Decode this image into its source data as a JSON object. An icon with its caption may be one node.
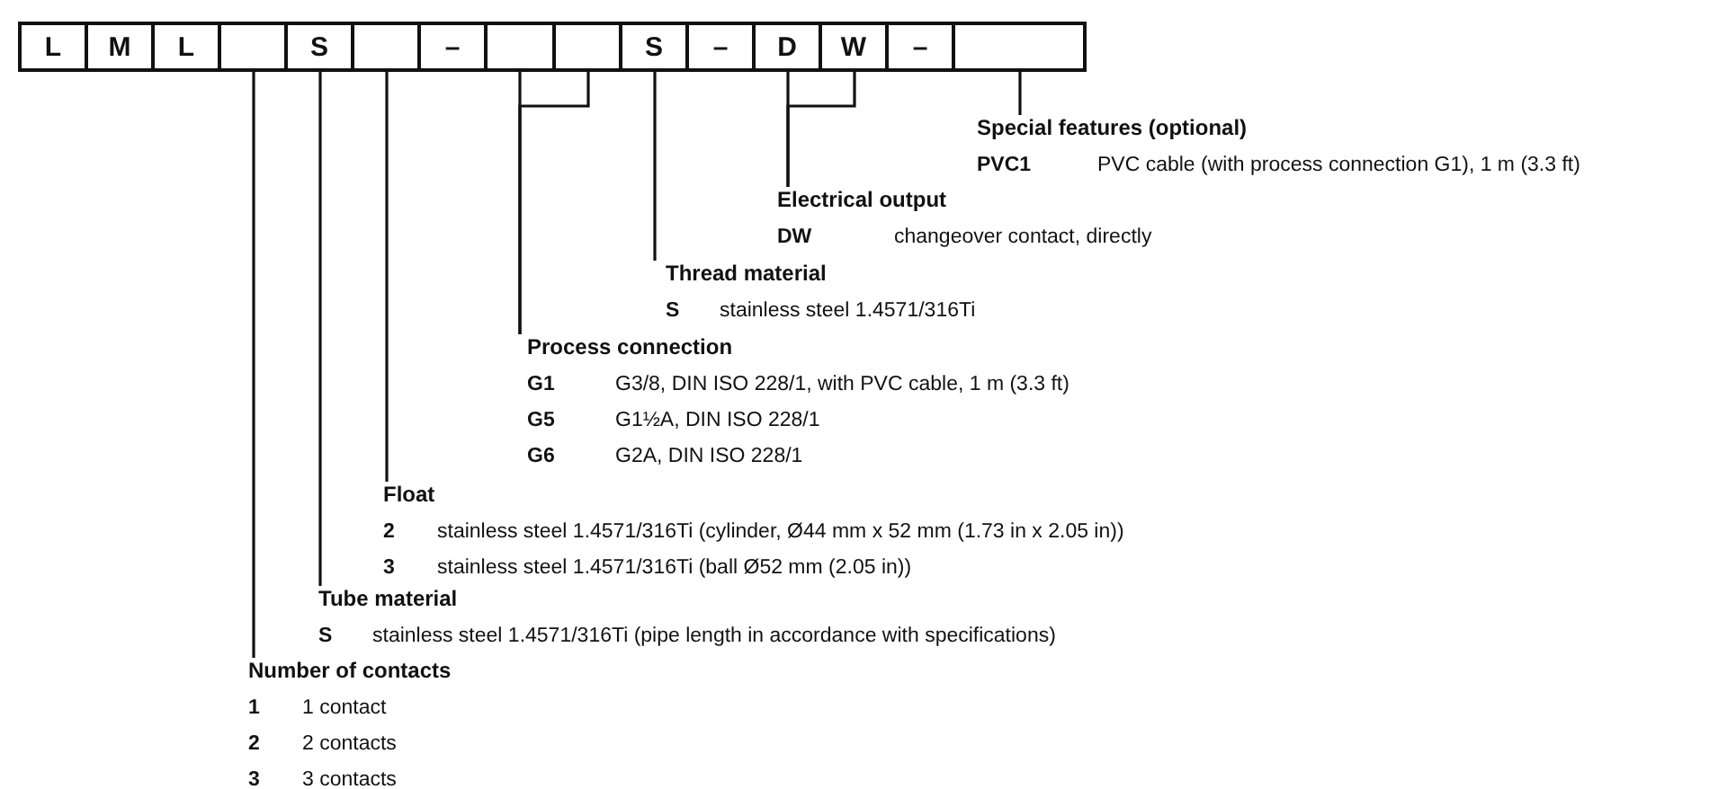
{
  "diagram": {
    "nodes": [
      {
        "text": [
          "L"
        ]
      },
      {
        "text": [
          "M"
        ]
      },
      {
        "text": [
          "L"
        ]
      },
      {
        "text": [],
        "shape": "box"
      },
      {
        "text": [
          "S"
        ]
      },
      {
        "text": [],
        "shape": "box"
      },
      {
        "text": [
          "–"
        ]
      },
      {
        "text": [],
        "shape": "box"
      },
      {
        "text": [],
        "shape": "box"
      },
      {
        "text": [
          "S"
        ]
      },
      {
        "text": [
          "–"
        ]
      },
      {
        "text": [
          "D"
        ]
      },
      {
        "text": [
          "W"
        ]
      },
      {
        "text": [
          "–"
        ]
      },
      {
        "text": [],
        "shape": "box"
      },
      {
        "text": [
          "Special features (optional)",
          "PVC1",
          "PVC cable (with process connection G1), 1 m (3.3 ft)"
        ]
      },
      {
        "text": [
          "Electrical output",
          "DW",
          "changeover contact, directly"
        ]
      },
      {
        "text": [
          "Thread material",
          "S",
          "stainless steel 1.4571/316Ti"
        ]
      },
      {
        "text": [
          "Process connection",
          "G1",
          "G3/8, DIN ISO 228/1, with PVC cable, 1 m (3.3 ft)",
          "G5",
          "G1½A, DIN ISO 228/1",
          "G6",
          "G2A, DIN ISO 228/1"
        ]
      },
      {
        "text": [
          "Float",
          "2",
          "stainless steel 1.4571/316Ti (cylinder, Ø44 mm x 52 mm (1.73 in x 2.05 in))",
          "3",
          "stainless steel 1.4571/316Ti (ball Ø52 mm (2.05 in))"
        ]
      },
      {
        "text": [
          "Tube material",
          "S",
          "stainless steel 1.4571/316Ti (pipe length in accordance with specifications)"
        ]
      },
      {
        "text": [
          "Number of contacts",
          "1",
          "1 contact",
          "2",
          "2 contacts",
          "3",
          "3 contacts"
        ]
      }
    ],
    "edges": [
      {
        "from": 14,
        "to": 15,
        "arrow": "none"
      },
      {
        "from": 11,
        "to": 16,
        "arrow": "none"
      },
      {
        "from": 12,
        "to": 16,
        "arrow": "none"
      },
      {
        "from": 9,
        "to": 17,
        "arrow": "none"
      },
      {
        "from": 7,
        "to": 18,
        "arrow": "none"
      },
      {
        "from": 8,
        "to": 18,
        "arrow": "none"
      },
      {
        "from": 5,
        "to": 19,
        "arrow": "none"
      },
      {
        "from": 4,
        "to": 20,
        "arrow": "none"
      },
      {
        "from": 3,
        "to": 21,
        "arrow": "none"
      }
    ]
  }
}
